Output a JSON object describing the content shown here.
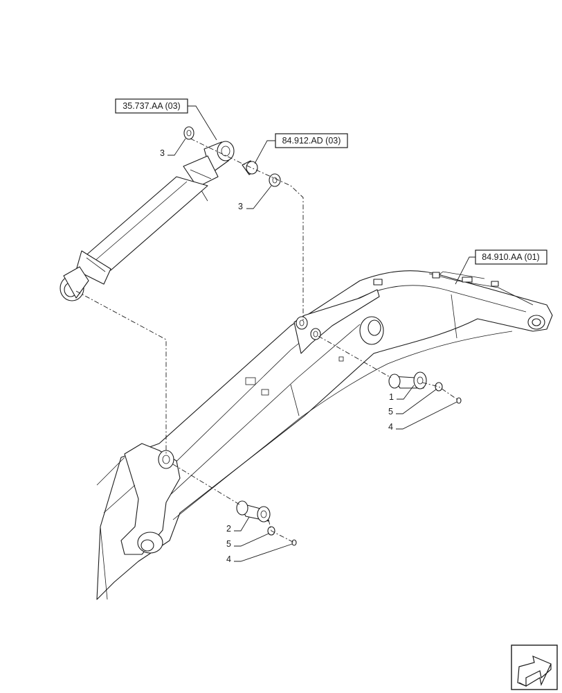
{
  "references": [
    {
      "id": "ref-35737",
      "label": "35.737.AA (03)"
    },
    {
      "id": "ref-84912",
      "label": "84.912.AD (03)"
    },
    {
      "id": "ref-84910",
      "label": "84.910.AA (01)"
    }
  ],
  "callouts": {
    "washer_top_left": "3",
    "washer_top_right": "3",
    "pin_upper": "1",
    "washer_upper": "5",
    "bolt_upper": "4",
    "pin_lower": "2",
    "washer_lower": "5",
    "bolt_lower": "4"
  },
  "nav": {
    "icon": "arrow-back-icon"
  }
}
